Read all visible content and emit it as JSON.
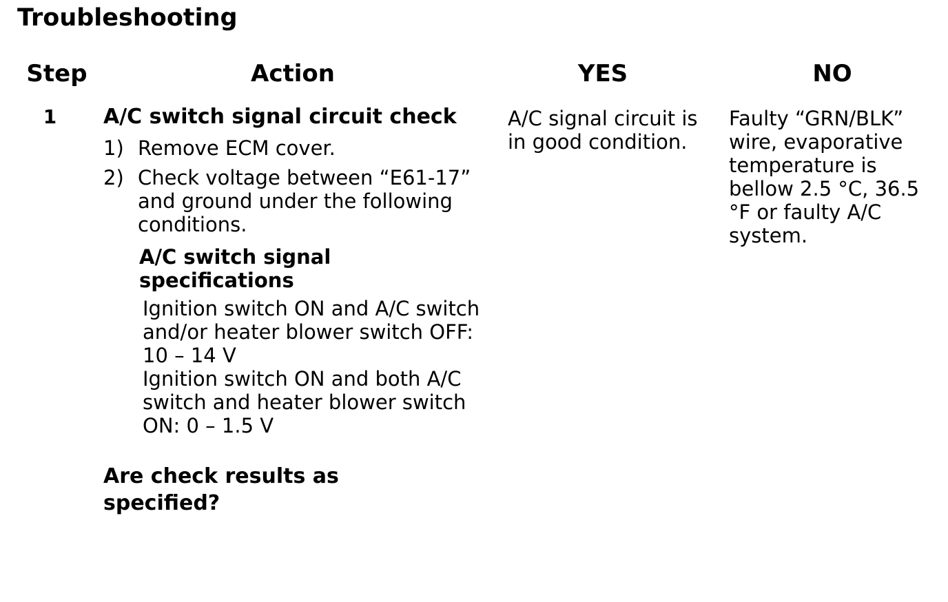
{
  "page": {
    "title": "Troubleshooting"
  },
  "table": {
    "headers": {
      "step": "Step",
      "action": "Action",
      "yes": "YES",
      "no": "NO"
    },
    "rows": [
      {
        "step": "1",
        "action": {
          "heading": "A/C switch signal circuit check",
          "items": [
            {
              "num": "1)",
              "text": "Remove ECM cover."
            },
            {
              "num": "2)",
              "text": "Check voltage between “E61-17”\nand ground under the following\nconditions."
            }
          ],
          "spec_heading": "A/C switch signal\nspecifications",
          "spec_text": "Ignition switch ON and A/C switch\nand/or heater blower switch OFF:\n10 – 14 V\nIgnition switch ON and both A/C\nswitch and heater blower switch\nON: 0 – 1.5 V",
          "question": "Are check results as\nspecified?"
        },
        "yes": "A/C signal circuit is\nin good condition.",
        "no": "Faulty “GRN/BLK”\nwire, evaporative\ntemperature is\nbellow 2.5 °C, 36.5\n°F or faulty A/C\nsystem."
      }
    ]
  }
}
